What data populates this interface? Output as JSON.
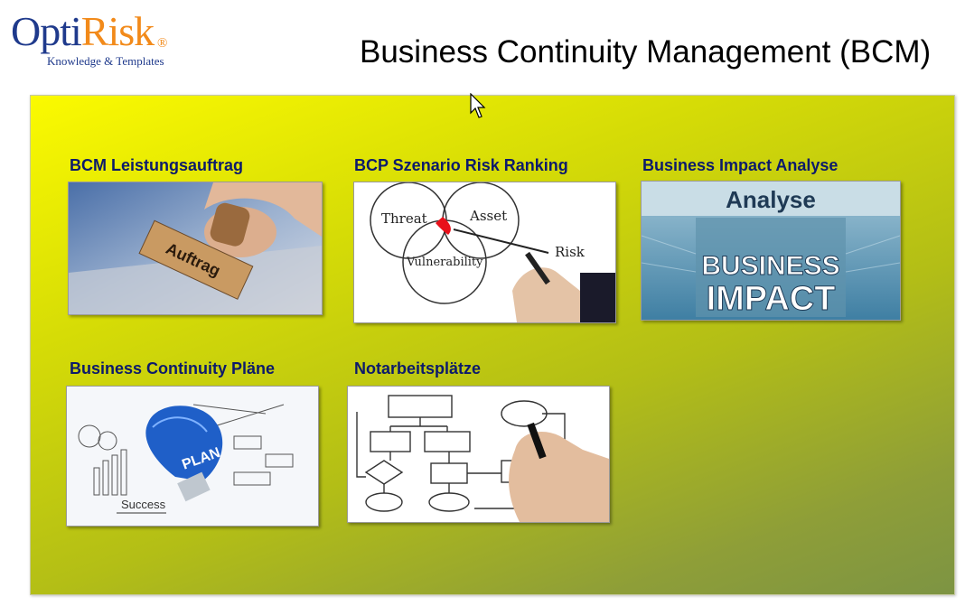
{
  "logo": {
    "name_part1": "Opti",
    "name_part2": "Risk",
    "registered": "®",
    "tagline": "Knowledge & Templates"
  },
  "title": "Business Continuity Management (BCM)",
  "colors": {
    "label_text": "#0c1a6b",
    "logo_blue": "#1f3a8c",
    "logo_orange": "#f28a1a",
    "panel_gradient_start": "#fbfa00",
    "panel_gradient_end": "#7d9443"
  },
  "tiles": [
    {
      "label": "BCM Leistungsauftrag",
      "image": {
        "stamp_text": "Auftrag"
      }
    },
    {
      "label": "BCP Szenario Risk Ranking",
      "image": {
        "circle1": "Threat",
        "circle2": "Asset",
        "circle3": "Vulnerability",
        "pointer": "Risk"
      }
    },
    {
      "label": "Business Impact Analyse",
      "image": {
        "top": "Analyse",
        "line1": "BUSINESS",
        "line2": "IMPACT"
      }
    },
    {
      "label": "Business Continuity Pläne",
      "image": {
        "bulb_text": "PLAN",
        "bottom": "Success"
      }
    },
    {
      "label": "Notarbeitsplätze",
      "image": {}
    }
  ]
}
